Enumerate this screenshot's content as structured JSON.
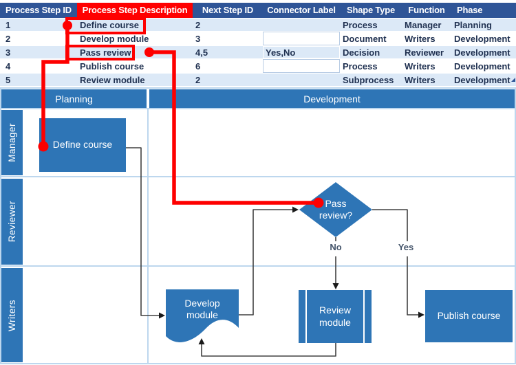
{
  "table": {
    "columns": [
      {
        "label": "Process Step ID"
      },
      {
        "label": "Process Step Description",
        "highlighted": true
      },
      {
        "label": "Next Step ID"
      },
      {
        "label": "Connector Label"
      },
      {
        "label": "Shape Type"
      },
      {
        "label": "Function"
      },
      {
        "label": "Phase"
      }
    ],
    "rows": [
      {
        "id": "1",
        "description": "Define course",
        "next": "2",
        "connector": "",
        "shape": "Process",
        "function": "Manager",
        "phase": "Planning"
      },
      {
        "id": "2",
        "description": "Develop module",
        "next": "3",
        "connector": "",
        "shape": "Document",
        "function": "Writers",
        "phase": "Development"
      },
      {
        "id": "3",
        "description": "Pass review",
        "next": "4,5",
        "connector": "Yes,No",
        "shape": "Decision",
        "function": "Reviewer",
        "phase": "Development"
      },
      {
        "id": "4",
        "description": "Publish course",
        "next": "6",
        "connector": "",
        "shape": "Process",
        "function": "Writers",
        "phase": "Development"
      },
      {
        "id": "5",
        "description": "Review module",
        "next": "2",
        "connector": "",
        "shape": "Subprocess",
        "function": "Writers",
        "phase": "Development"
      }
    ]
  },
  "diagram": {
    "phases": [
      {
        "label": "Planning"
      },
      {
        "label": "Development"
      }
    ],
    "lanes": [
      {
        "label": "Manager"
      },
      {
        "label": "Reviewer"
      },
      {
        "label": "Writers"
      }
    ],
    "shapes": [
      {
        "label": "Define course",
        "type": "Process"
      },
      {
        "label": "Pass review?",
        "type": "Decision"
      },
      {
        "label": "Develop module",
        "type": "Document"
      },
      {
        "label": "Review module",
        "type": "Subprocess"
      },
      {
        "label": "Publish course",
        "type": "Process"
      }
    ],
    "connector_labels": {
      "no": "No",
      "yes": "Yes"
    }
  },
  "colors": {
    "table_header_blue": "#2F5597",
    "highlight_red": "#FE0000",
    "row_stripe_blue": "#DCE9F7",
    "shape_blue": "#2E75B6",
    "lane_border_blue": "#BDD7EE",
    "connector_gray": "#404040",
    "connector_label_dark": "#44546A"
  }
}
